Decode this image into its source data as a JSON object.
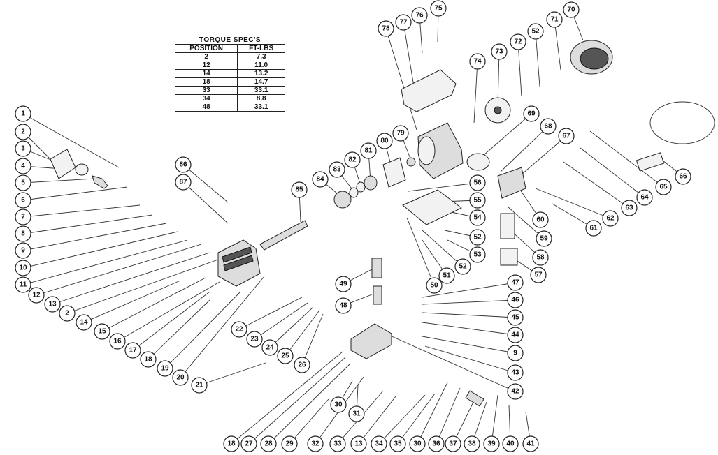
{
  "torque_table": {
    "title": "TORQUE SPEC'S",
    "headers": [
      "POSITION",
      "FT-LBS"
    ],
    "rows": [
      [
        "2",
        "7.3"
      ],
      [
        "12",
        "11.0"
      ],
      [
        "14",
        "13.2"
      ],
      [
        "18",
        "14.7"
      ],
      [
        "33",
        "33.1"
      ],
      [
        "34",
        "8.8"
      ],
      [
        "48",
        "33.1"
      ]
    ]
  },
  "callouts": [
    {
      "label": "1"
    },
    {
      "label": "2"
    },
    {
      "label": "3"
    },
    {
      "label": "4"
    },
    {
      "label": "5"
    },
    {
      "label": "6"
    },
    {
      "label": "7"
    },
    {
      "label": "8"
    },
    {
      "label": "9"
    },
    {
      "label": "10"
    },
    {
      "label": "11"
    },
    {
      "label": "12"
    },
    {
      "label": "13"
    },
    {
      "label": "2"
    },
    {
      "label": "14"
    },
    {
      "label": "15"
    },
    {
      "label": "16"
    },
    {
      "label": "17"
    },
    {
      "label": "18"
    },
    {
      "label": "19"
    },
    {
      "label": "20"
    },
    {
      "label": "21"
    },
    {
      "label": "22"
    },
    {
      "label": "23"
    },
    {
      "label": "24"
    },
    {
      "label": "25"
    },
    {
      "label": "26"
    },
    {
      "label": "86"
    },
    {
      "label": "87"
    },
    {
      "label": "85"
    },
    {
      "label": "84"
    },
    {
      "label": "83"
    },
    {
      "label": "82"
    },
    {
      "label": "81"
    },
    {
      "label": "80"
    },
    {
      "label": "79"
    },
    {
      "label": "78"
    },
    {
      "label": "77"
    },
    {
      "label": "76"
    },
    {
      "label": "75"
    },
    {
      "label": "74"
    },
    {
      "label": "73"
    },
    {
      "label": "72"
    },
    {
      "label": "52"
    },
    {
      "label": "71"
    },
    {
      "label": "70"
    },
    {
      "label": "69"
    },
    {
      "label": "68"
    },
    {
      "label": "67"
    },
    {
      "label": "56"
    },
    {
      "label": "55"
    },
    {
      "label": "54"
    },
    {
      "label": "52"
    },
    {
      "label": "53"
    },
    {
      "label": "52"
    },
    {
      "label": "51"
    },
    {
      "label": "50"
    },
    {
      "label": "60"
    },
    {
      "label": "59"
    },
    {
      "label": "58"
    },
    {
      "label": "57"
    },
    {
      "label": "61"
    },
    {
      "label": "62"
    },
    {
      "label": "63"
    },
    {
      "label": "64"
    },
    {
      "label": "65"
    },
    {
      "label": "66"
    },
    {
      "label": "49"
    },
    {
      "label": "48"
    },
    {
      "label": "47"
    },
    {
      "label": "46"
    },
    {
      "label": "45"
    },
    {
      "label": "44"
    },
    {
      "label": "9"
    },
    {
      "label": "43"
    },
    {
      "label": "42"
    },
    {
      "label": "30"
    },
    {
      "label": "31"
    },
    {
      "label": "18"
    },
    {
      "label": "27"
    },
    {
      "label": "28"
    },
    {
      "label": "29"
    },
    {
      "label": "32"
    },
    {
      "label": "33"
    },
    {
      "label": "13"
    },
    {
      "label": "34"
    },
    {
      "label": "35"
    },
    {
      "label": "30"
    },
    {
      "label": "36"
    },
    {
      "label": "37"
    },
    {
      "label": "38"
    },
    {
      "label": "39"
    },
    {
      "label": "40"
    },
    {
      "label": "41"
    }
  ]
}
